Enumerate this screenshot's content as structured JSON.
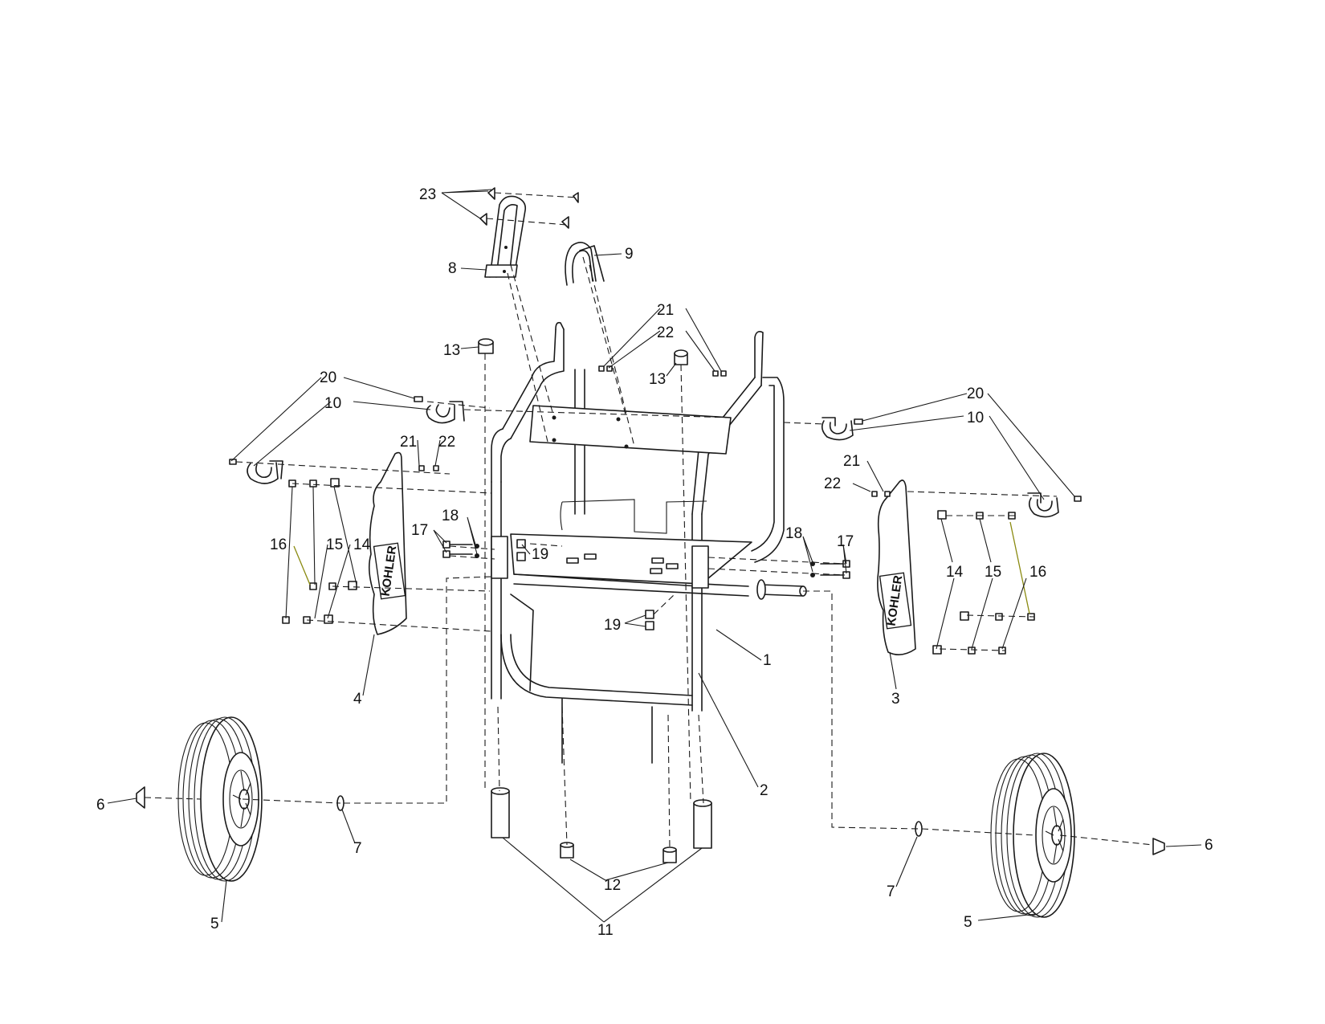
{
  "diagram": {
    "type": "exploded parts view",
    "callouts": {
      "frame": "1",
      "frame_lower": "2",
      "panel_right": "3",
      "panel_left": "4",
      "wheel_left": "5",
      "wheel_right": "5",
      "cap_left": "6",
      "cap_right": "6",
      "washer_left": "7",
      "washer_right": "7",
      "handle": "8",
      "hook": "9",
      "clamp_left": "10",
      "clamp_right": "10",
      "sleeves": "11",
      "feet": "12",
      "plug_left": "13",
      "plug_right": "13",
      "spacer_left": "14",
      "spacer_right": "14",
      "washer_small_left": "15",
      "washer_small_right": "15",
      "screw_left": "16",
      "screw_right": "16",
      "bolt_left": "17",
      "bolt_right": "17",
      "washer_bolt_left": "18",
      "washer_bolt_right": "18",
      "nut_upper": "19",
      "nut_lower": "19",
      "screw_clamp_left": "20",
      "screw_clamp_right": "20",
      "nut_left": "21",
      "nut_right": "21",
      "nut_top": "21",
      "washer_left_panel": "22",
      "washer_right_panel": "22",
      "washer_top": "22",
      "screws_top": "23"
    },
    "panel_logo": "KOHLER",
    "colors": {
      "line": "#1a1a1a",
      "leader_highlight": "#8a8a10",
      "background": "#ffffff"
    }
  }
}
